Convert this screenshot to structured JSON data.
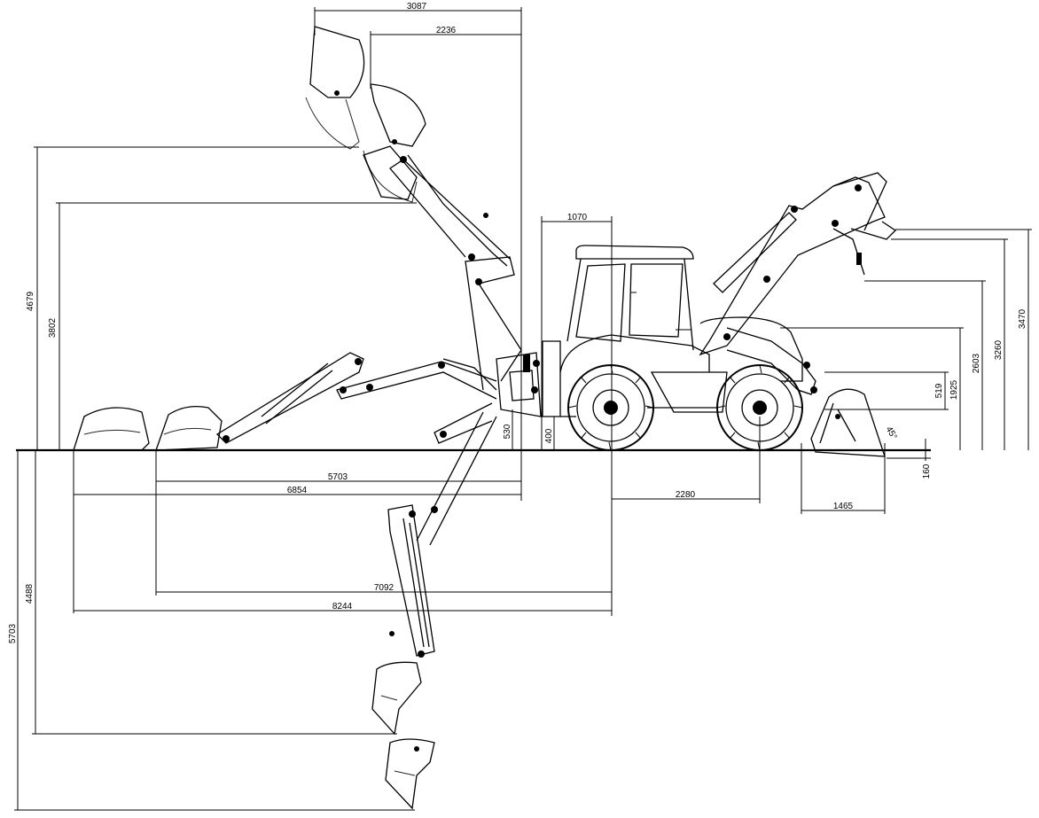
{
  "dimensions": {
    "top_reach_3087": "3087",
    "top_reach_2236": "2236",
    "cab_width_1070": "1070",
    "height_4679": "4679",
    "height_3802": "3802",
    "stab_clear_530": "530",
    "hitch_400": "400",
    "reach_5703": "5703",
    "reach_6854": "6854",
    "reach_7092": "7092",
    "reach_8244": "8244",
    "wheelbase_2280": "2280",
    "front_1465": "1465",
    "dig_depth_160": "160",
    "angle_45": "45°",
    "height_519": "519",
    "height_1925": "1925",
    "height_2603": "2603",
    "height_3260": "3260",
    "height_3470": "3470",
    "depth_4488": "4488",
    "depth_5703": "5703"
  }
}
